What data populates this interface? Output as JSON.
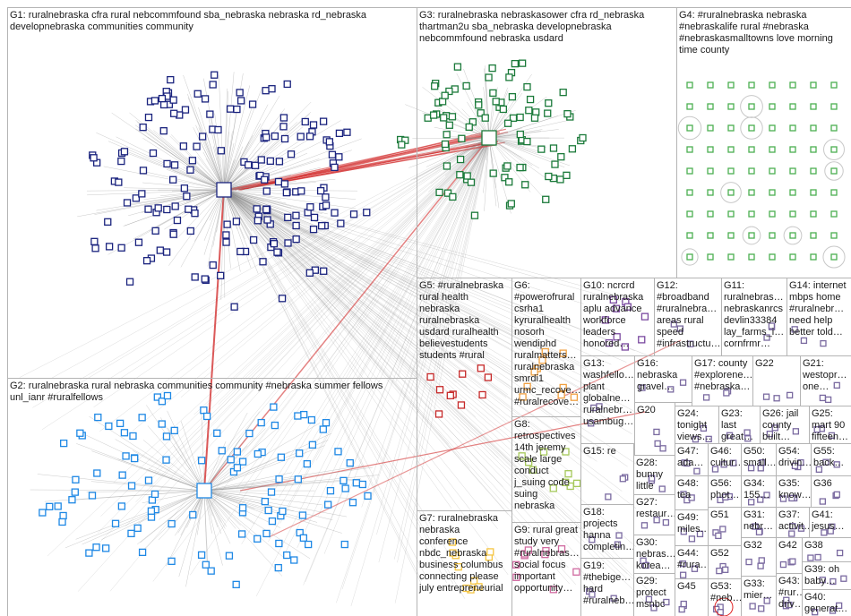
{
  "groups": [
    {
      "id": "G1",
      "label": "G1: ruralnebraska cfra rural nebcommfound sba_nebraska nebraska rd_nebraska developnebraska communities community"
    },
    {
      "id": "G2",
      "label": "G2: ruralnebraska rural nebraska communities community #nebraska summer fellows unl_ianr #ruralfellows"
    },
    {
      "id": "G3",
      "label": "G3: ruralnebraska nebraskasower cfra rd_nebraska thartman2u sba_nebraska developnebraska nebcommfound nebraska usdard"
    },
    {
      "id": "G4",
      "label": "G4: #ruralnebraska nebraska #nebraskalife rural #nebraska #nebraskasmalltowns love morning time county"
    },
    {
      "id": "G5",
      "label": "G5: #ruralnebraska rural health nebraska ruralnebraska usdard ruralhealth believestudents students #rural"
    },
    {
      "id": "G6",
      "label": "G6: #powerofrural csrha1 kyruralhealth nosorh wendiphd ruralmatters… ruralnebraska smrdi1 urmc_recove… #ruralrecove…"
    },
    {
      "id": "G7",
      "label": "G7: ruralnebraska nebraska conference nbdc_nebraska business columbus connecting please july entrepreneurial"
    },
    {
      "id": "G8",
      "label": "G8: retrospectives 14th jeremy scale large conduct j_suing code suing nebraska"
    },
    {
      "id": "G9",
      "label": "G9: rural great study very #ruralnebras… social focus important opportunity…"
    },
    {
      "id": "G10",
      "label": "G10: ncrcrd ruralnebraska aplu advance workforce leaders honored…"
    },
    {
      "id": "G11",
      "label": "G11: ruralnebras… nebraskanrcs devlin33384 lay_farms_i… cornfrmr…"
    },
    {
      "id": "G12",
      "label": "G12: #broadband #ruralnebra… areas rural speed #infrastructu…"
    },
    {
      "id": "G13",
      "label": "G13: washfello… plant globalne… ruralnebr… usambug…"
    },
    {
      "id": "G14",
      "label": "G14: internet mbps home #ruralnebr… need help better told…"
    },
    {
      "id": "G15",
      "label": "G15: re"
    },
    {
      "id": "G16",
      "label": "G16: nebraska gravel…"
    },
    {
      "id": "G17",
      "label": "G17: county #explorene… #nebraska…"
    },
    {
      "id": "G18",
      "label": "G18: projects hanna completin…"
    },
    {
      "id": "G19",
      "label": "G19: #thebige… hard #ruralneb…"
    },
    {
      "id": "G20",
      "label": "G20"
    },
    {
      "id": "G21",
      "label": "G21: westopr… one…"
    },
    {
      "id": "G22",
      "label": "G22"
    },
    {
      "id": "G23",
      "label": "G23: last great…"
    },
    {
      "id": "G24",
      "label": "G24: tonight views…"
    },
    {
      "id": "G25",
      "label": "G25: mart 90 fifteen…"
    },
    {
      "id": "G26",
      "label": "G26: jail county built…"
    },
    {
      "id": "G27",
      "label": "G27: restaur…"
    },
    {
      "id": "G28",
      "label": "G28: bunny little"
    },
    {
      "id": "G29",
      "label": "G29: protect msnbc"
    },
    {
      "id": "G30",
      "label": "G30: nebras… korea…"
    },
    {
      "id": "G31",
      "label": "G31: nebr…"
    },
    {
      "id": "G32",
      "label": "G32"
    },
    {
      "id": "G33",
      "label": "G33: mier…"
    },
    {
      "id": "G34",
      "label": "G34: 155…"
    },
    {
      "id": "G35",
      "label": "G35: know…"
    },
    {
      "id": "G36",
      "label": "G36"
    },
    {
      "id": "G37",
      "label": "G37: activit…"
    },
    {
      "id": "G38",
      "label": "G38"
    },
    {
      "id": "G39",
      "label": "G39: oh baby…"
    },
    {
      "id": "G40",
      "label": "G40: generat…"
    },
    {
      "id": "G41",
      "label": "G41: jesus…"
    },
    {
      "id": "G42",
      "label": "G42"
    },
    {
      "id": "G43",
      "label": "G43: #rur… driv…"
    },
    {
      "id": "G44",
      "label": "G44: #rura…"
    },
    {
      "id": "G45",
      "label": "G45"
    },
    {
      "id": "G46",
      "label": "G46: cultur…"
    },
    {
      "id": "G47",
      "label": "G47: ada…"
    },
    {
      "id": "G48",
      "label": "G48: tea"
    },
    {
      "id": "G49",
      "label": "G49: miles…"
    },
    {
      "id": "G50",
      "label": "G50: small…"
    },
    {
      "id": "G51",
      "label": "G51"
    },
    {
      "id": "G52",
      "label": "G52"
    },
    {
      "id": "G53",
      "label": "G53: #neb…"
    },
    {
      "id": "G54",
      "label": "G54: drivin…"
    },
    {
      "id": "G55",
      "label": "G55: back…"
    },
    {
      "id": "G56",
      "label": "G56: phot…"
    }
  ],
  "colors": {
    "G1": "#1a237e",
    "G2": "#1e88e5",
    "G3": "#1b7a3a",
    "G4": "#4caf50",
    "G5": "#c62828",
    "G6": "#f0a040",
    "G7": "#f5c542",
    "G8": "#a5c85a",
    "G9": "#d06aa0",
    "G10": "#7b4aa0",
    "edge": "#8a8a8a",
    "edge_strong": "#d33030"
  }
}
